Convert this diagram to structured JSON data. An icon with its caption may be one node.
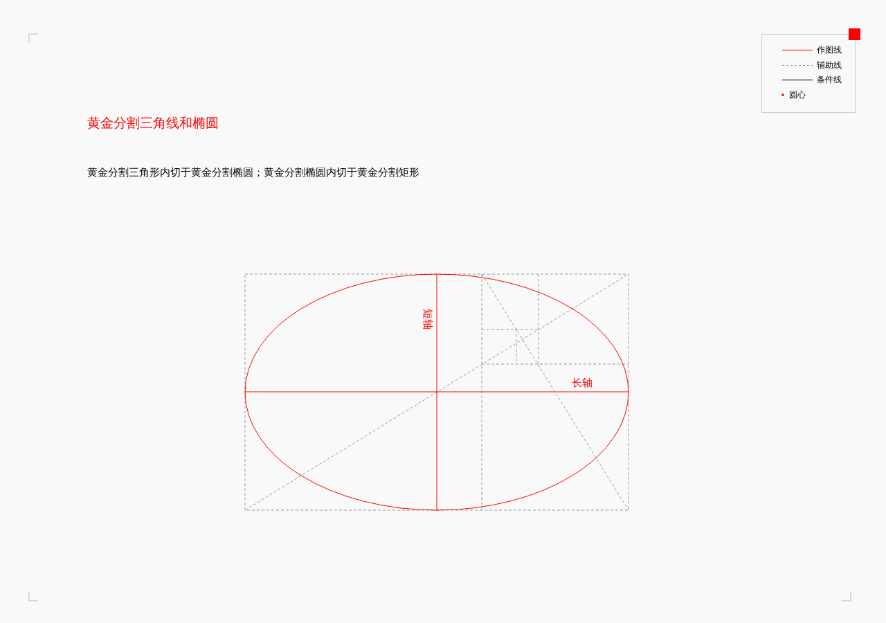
{
  "diagram": {
    "title": "黄金分割三角线和椭圆",
    "caption": "黄金分割三角形内切于黄金分割椭圆；黄金分割椭圆内切于黄金分割矩形",
    "labels": [
      "短轴",
      "长轴"
    ],
    "legend": [
      {
        "text": "作图线"
      },
      {
        "text": "辅助线"
      },
      {
        "text": "条件线"
      },
      {
        "text": "圆心"
      }
    ]
  }
}
